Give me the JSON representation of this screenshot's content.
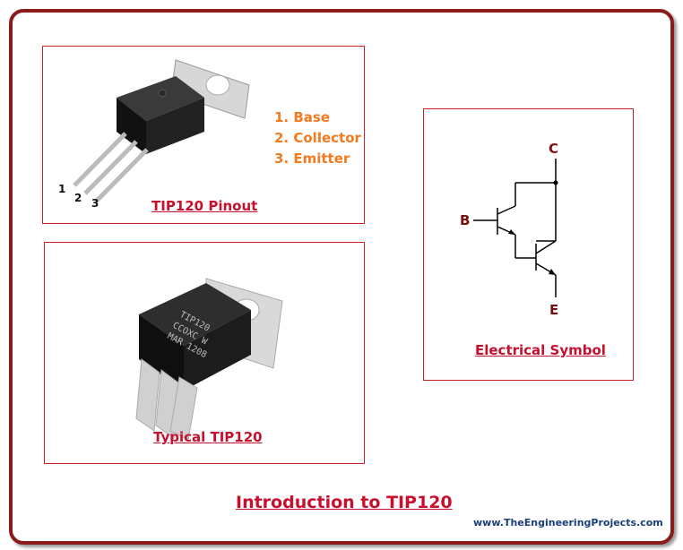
{
  "pinout": {
    "caption": "TIP120 Pinout",
    "pins": [
      "1. Base",
      "2. Collector",
      "3. Emitter"
    ],
    "pin_numbers": [
      "1",
      "2",
      "3"
    ]
  },
  "typical": {
    "caption": "Typical TIP120",
    "marking": [
      "TIP120",
      "CCOXC W",
      "MAR 1208"
    ]
  },
  "symbol": {
    "caption": "Electrical Symbol",
    "collector": "C",
    "base": "B",
    "emitter": "E"
  },
  "title": "Introduction to TIP120",
  "website": "www.TheEngineeringProjects.com",
  "colors": {
    "frame": "#8b1a1a",
    "caption": "#c8102e",
    "pins": "#f47a20",
    "box_border": "#cc1f1f"
  }
}
